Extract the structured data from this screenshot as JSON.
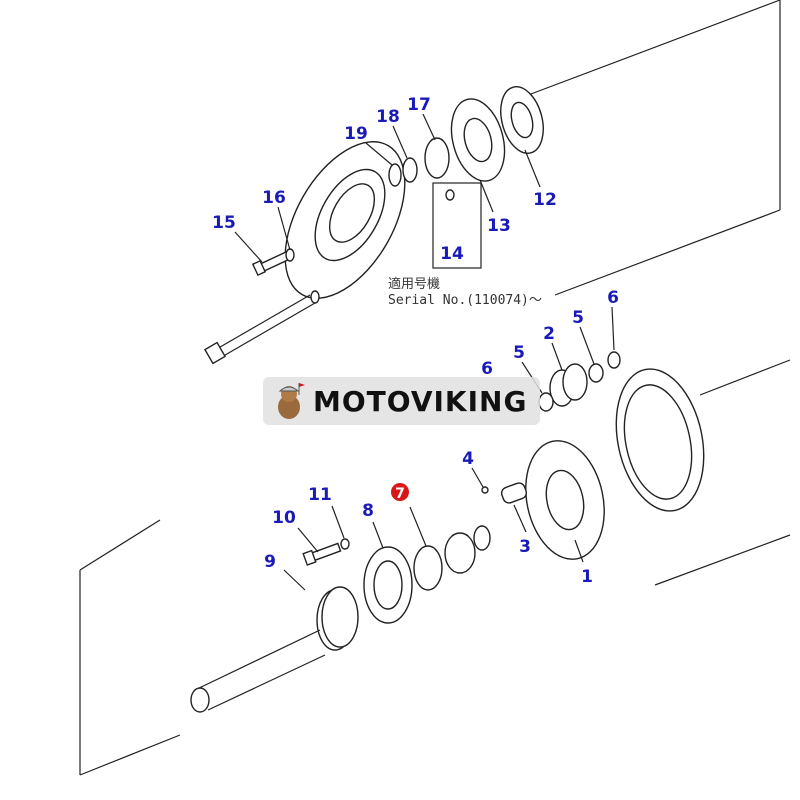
{
  "diagram": {
    "serial_jp": "適用号機",
    "serial_text": "Serial No.(110074)～",
    "highlight_color": "#d81818",
    "label_color": "#1a1ab8",
    "callouts": [
      "15",
      "16",
      "19",
      "18",
      "17",
      "13",
      "14",
      "12",
      "6",
      "5",
      "2",
      "5",
      "6",
      "4",
      "7",
      "11",
      "10",
      "8",
      "9",
      "3",
      "1"
    ]
  },
  "watermark": {
    "brand": "MOTOVIKING"
  }
}
